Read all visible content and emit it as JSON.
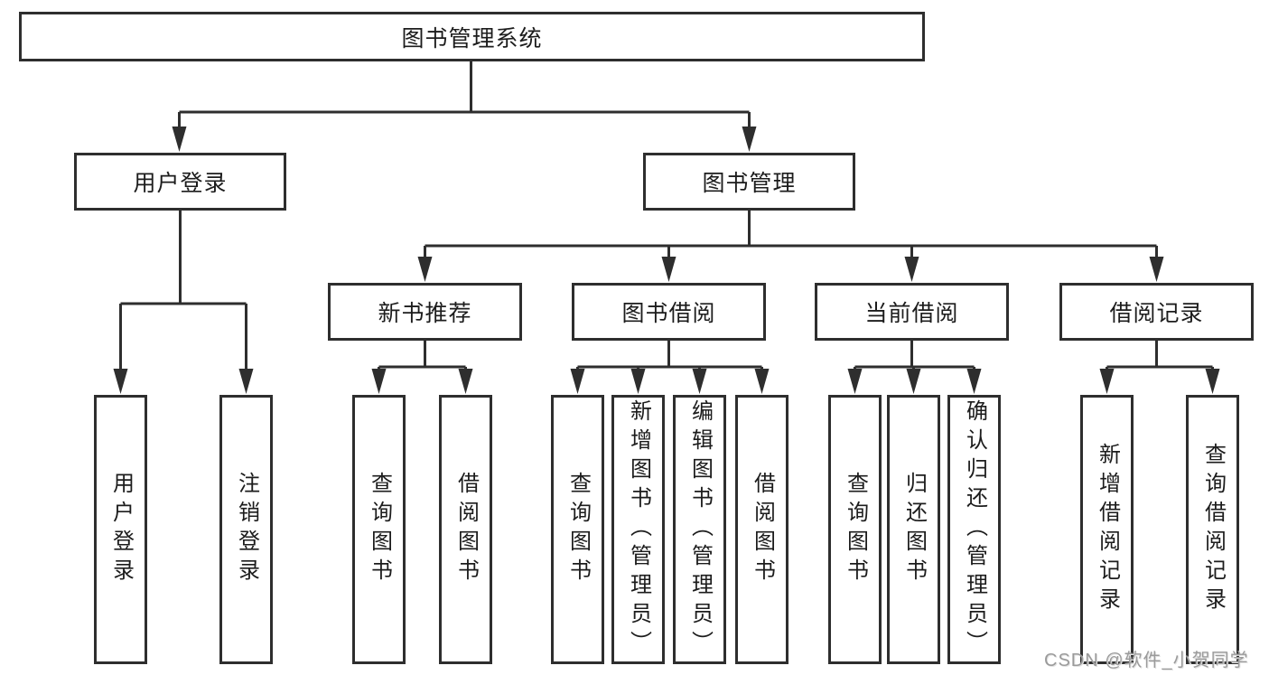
{
  "tree": {
    "root": "图书管理系统",
    "children": [
      {
        "label": "用户登录",
        "children": [
          {
            "label": "用户登录"
          },
          {
            "label": "注销登录"
          }
        ]
      },
      {
        "label": "图书管理",
        "children": [
          {
            "label": "新书推荐",
            "children": [
              {
                "label": "查询图书"
              },
              {
                "label": "借阅图书"
              }
            ]
          },
          {
            "label": "图书借阅",
            "children": [
              {
                "label": "查询图书"
              },
              {
                "label": "新增图书（管理员）"
              },
              {
                "label": "编辑图书（管理员）"
              },
              {
                "label": "借阅图书"
              }
            ]
          },
          {
            "label": "当前借阅",
            "children": [
              {
                "label": "查询图书"
              },
              {
                "label": "归还图书"
              },
              {
                "label": "确认归还（管理员）"
              }
            ]
          },
          {
            "label": "借阅记录",
            "children": [
              {
                "label": "新增借阅记录"
              },
              {
                "label": "查询借阅记录"
              }
            ]
          }
        ]
      }
    ]
  },
  "watermark": {
    "text": "CSDN @软件_小贺同学"
  },
  "colors": {
    "line": "#2e2e2e",
    "ink": "#1c1c1c",
    "box_fill": "#ffffff",
    "watermark": "#9b9b9b",
    "background": "#ffffff"
  }
}
